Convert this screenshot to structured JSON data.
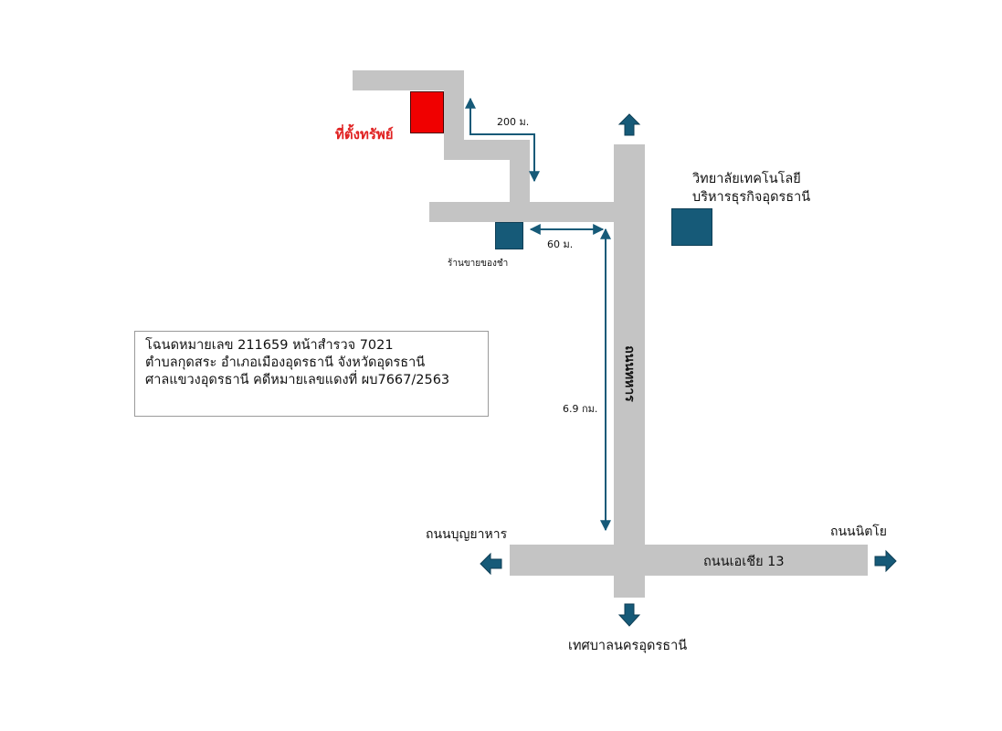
{
  "colors": {
    "road": "#c4c4c4",
    "building": "#165a78",
    "property": "#f00000",
    "arrow": "#165a78",
    "property_label": "#e02020"
  },
  "labels": {
    "property": "ที่ตั้งทรัพย์",
    "college_line1": "วิทยาลัยเทคโนโลยี",
    "college_line2": "บริหารธุรกิจอุดรธานี",
    "shop": "ร้านขายของชำ",
    "dist_200": "200 ม.",
    "dist_60": "60 ม.",
    "dist_69": "6.9 กม.",
    "main_road": "ถนนทหาร",
    "road_west": "ถนนบุญยาหาร",
    "road_east": "ถนนนิตโย",
    "road_cross": "ถนนเอเชีย 13",
    "road_south": "เทศบาลนครอุดรธานี"
  },
  "info": {
    "line1": "โฉนดหมายเลข 211659 หน้าสำรวจ 7021",
    "line2": "ตำบลกุดสระ อำเภอเมืองอุดรธานี จังหวัดอุดรธานี",
    "line3": "ศาลแขวงอุดรธานี คดีหมายเลขแดงที่ ผบ7667/2563"
  },
  "icons": {
    "north": "arrow-up-icon",
    "south": "arrow-down-icon",
    "west": "arrow-left-icon",
    "east": "arrow-right-icon"
  }
}
